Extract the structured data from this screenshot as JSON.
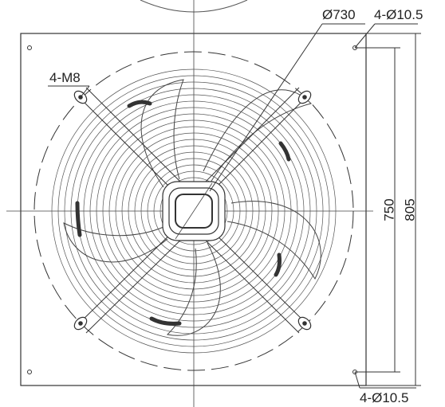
{
  "labels": {
    "diameter": "Ø730",
    "holes_top": "4-Ø10.5",
    "tapped_holes": "4-M8",
    "dim_inner": "750",
    "dim_outer": "805",
    "holes_bottom": "4-Ø10.5"
  },
  "colors": {
    "line": "#333333",
    "light": "#666666",
    "paper": "#ffffff"
  }
}
